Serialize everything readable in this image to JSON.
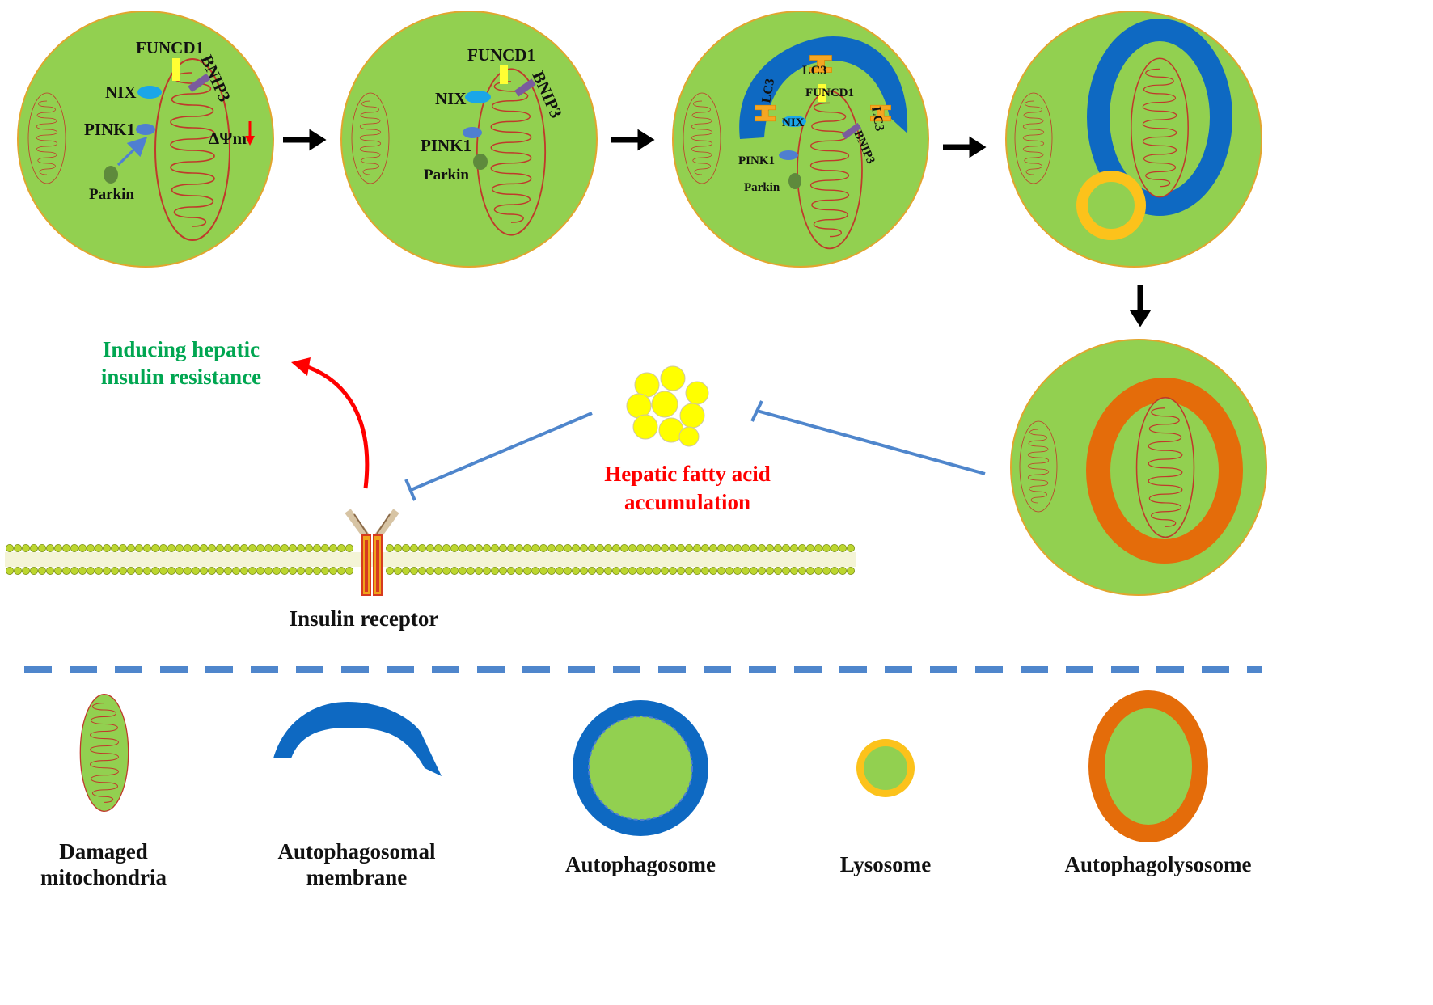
{
  "labels": {
    "funcd1": "FUNCD1",
    "bnip3": "BNIP3",
    "nix": "NIX",
    "pink1": "PINK1",
    "parkin": "Parkin",
    "lc3": "LC3",
    "delta_psi": "ΔΨm"
  },
  "main": {
    "outcome_line1": "Inducing hepatic",
    "outcome_line2": "insulin resistance",
    "fatty_acid_line1": "Hepatic fatty acid",
    "fatty_acid_line2": "accumulation",
    "receptor_label": "Insulin receptor"
  },
  "legend": {
    "damaged_line1": "Damaged",
    "damaged_line2": "mitochondria",
    "membrane_line1": "Autophagosomal",
    "membrane_line2": "membrane",
    "autophagosome": "Autophagosome",
    "lysosome": "Lysosome",
    "autophagolysosome": "Autophagolysosome"
  },
  "colors": {
    "cell_fill": "#92d050",
    "cell_stroke": "#e2a52e",
    "mito_stroke": "#c0392b",
    "membrane_blue": "#0e69c2",
    "lysosome_yellow": "#fcc21b",
    "autophagolysosome_orange": "#e46c0a",
    "nix_blue": "#1aa6e8",
    "pink1_blue": "#4f7fd1",
    "funcd1_yellow": "#ffff33",
    "bnip3_purple": "#7a5c9e",
    "parkin_green": "#5e8a3c",
    "inhibit_blue": "#4f86cc",
    "red_arrow": "#ff0000",
    "outcome_green": "#00a651",
    "fatty_acid_red": "#ff0000",
    "lipid_yellow": "#ffff00",
    "bilayer_head": "#bcd62f"
  }
}
